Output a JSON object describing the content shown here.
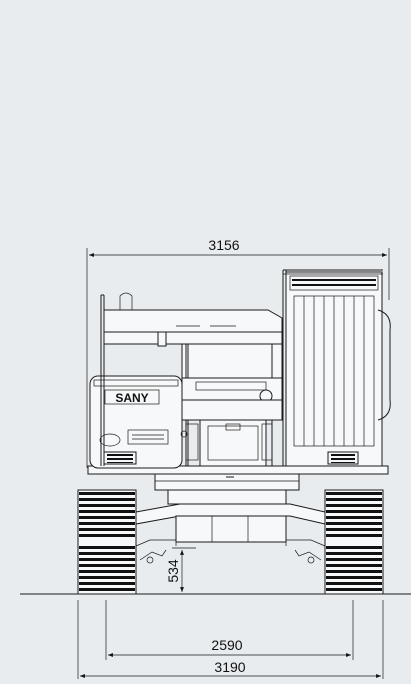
{
  "diagram": {
    "brand": "SANY",
    "dimensions": {
      "overall_width": "3156",
      "track_gauge": "2590",
      "undercarriage_width": "3190",
      "ground_clearance": "534"
    },
    "colors": {
      "background": "#e8ecef",
      "line": "#1a1a1a"
    }
  }
}
